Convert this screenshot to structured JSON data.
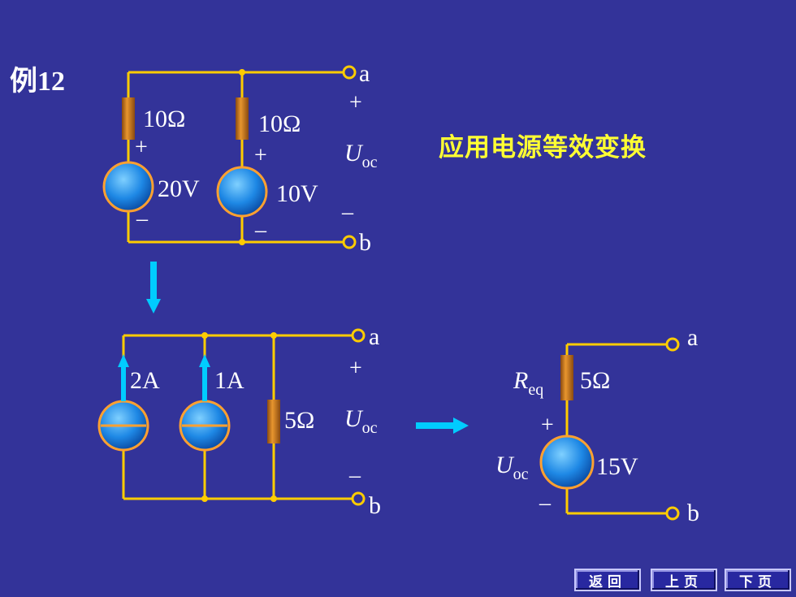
{
  "example_label": "例12",
  "heading": "应用电源等效变换",
  "circuit1": {
    "r1": "10Ω",
    "r2": "10Ω",
    "v1": "20V",
    "v2": "10V",
    "plus": "+",
    "minus": "–",
    "node_a": "a",
    "node_b": "b",
    "uoc_main": "U",
    "uoc_sub": "oc"
  },
  "circuit2": {
    "i1": "2A",
    "i2": "1A",
    "r": "5Ω",
    "plus": "+",
    "minus": "–",
    "node_a": "a",
    "node_b": "b",
    "uoc_main": "U",
    "uoc_sub": "oc"
  },
  "circuit3": {
    "req_main": "R",
    "req_sub": "eq",
    "r": "5Ω",
    "v": "15V",
    "plus": "+",
    "minus": "–",
    "node_a": "a",
    "node_b": "b",
    "uoc_main": "U",
    "uoc_sub": "oc"
  },
  "nav": {
    "back": "返回",
    "prev": "上页",
    "next": "下页"
  },
  "colors": {
    "background": "#333399",
    "wire": "#ffcc00",
    "arrow": "#00ccff",
    "heading": "#ffff33",
    "source_fill": "#1e90ff",
    "source_ring": "#ffa030"
  }
}
